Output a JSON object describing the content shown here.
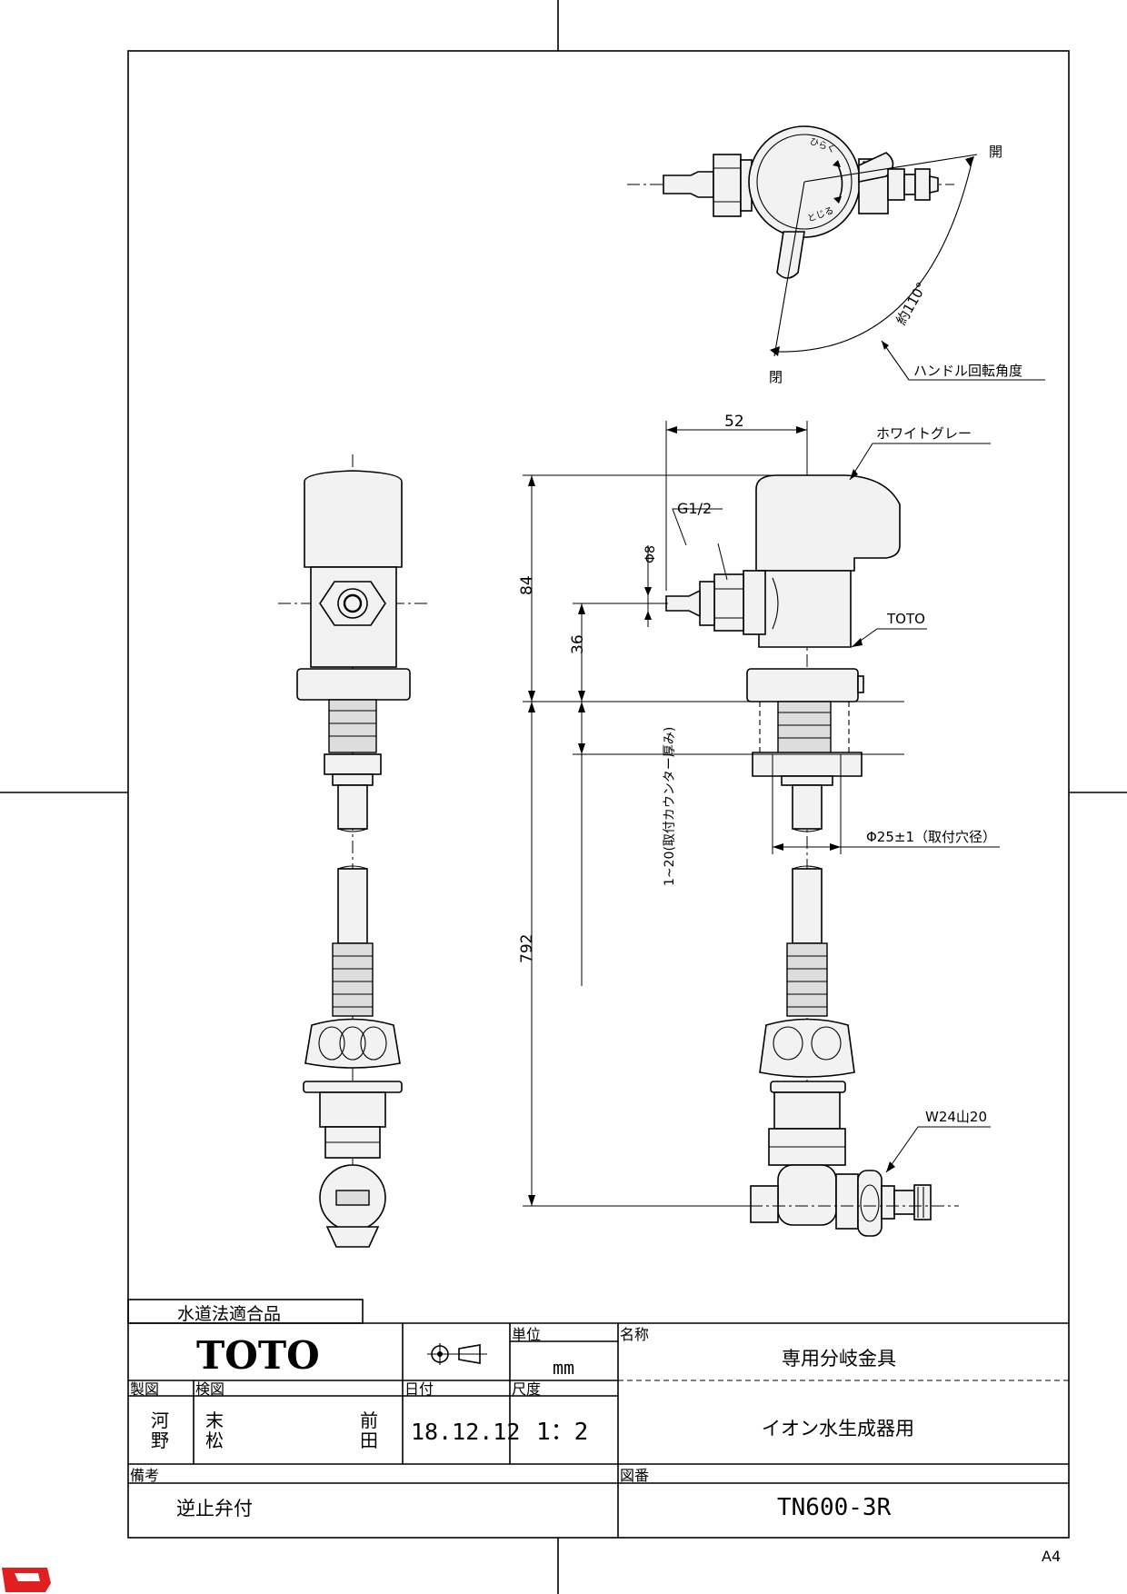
{
  "callouts": {
    "open_label_top": "開",
    "open_label_bottom": "閉",
    "angle_label": "約110°",
    "handle_rotation": "ハンドル回転角度",
    "dial_open": "ひらく",
    "dial_close": "とじる",
    "color": "ホワイトグレー",
    "thread": "G1/2",
    "brand_mark": "TOTO",
    "hole_diameter": "Φ25±1（取付穴径）",
    "nut_thread": "W24山20"
  },
  "dimensions": {
    "width_52": "52",
    "height_84": "84",
    "height_36": "36",
    "diameter_8": "Φ8",
    "length_792": "792",
    "counter_thickness": "1~20(取付カウンター厚み)"
  },
  "title_block": {
    "certification": "水道法適合品",
    "company_logo": "TOTO",
    "projection_icon": "third-angle-projection-icon",
    "unit_header": "単位",
    "unit_value": "mm",
    "name_header": "名称",
    "product_name": "専用分岐金具",
    "product_subname": "イオン水生成器用",
    "drawn_header": "製図",
    "drawn_by": "河野",
    "checked_header": "検図",
    "checked_by_1": "末松",
    "checked_by_2": "前田",
    "date_header": "日付",
    "date_value": "18.12.12",
    "scale_header": "尺度",
    "scale_value": "1：2",
    "remarks_header": "備考",
    "remarks_value": "逆止弁付",
    "drawing_no_header": "図番",
    "drawing_no": "TN600-3R"
  },
  "sheet_size": "A4"
}
